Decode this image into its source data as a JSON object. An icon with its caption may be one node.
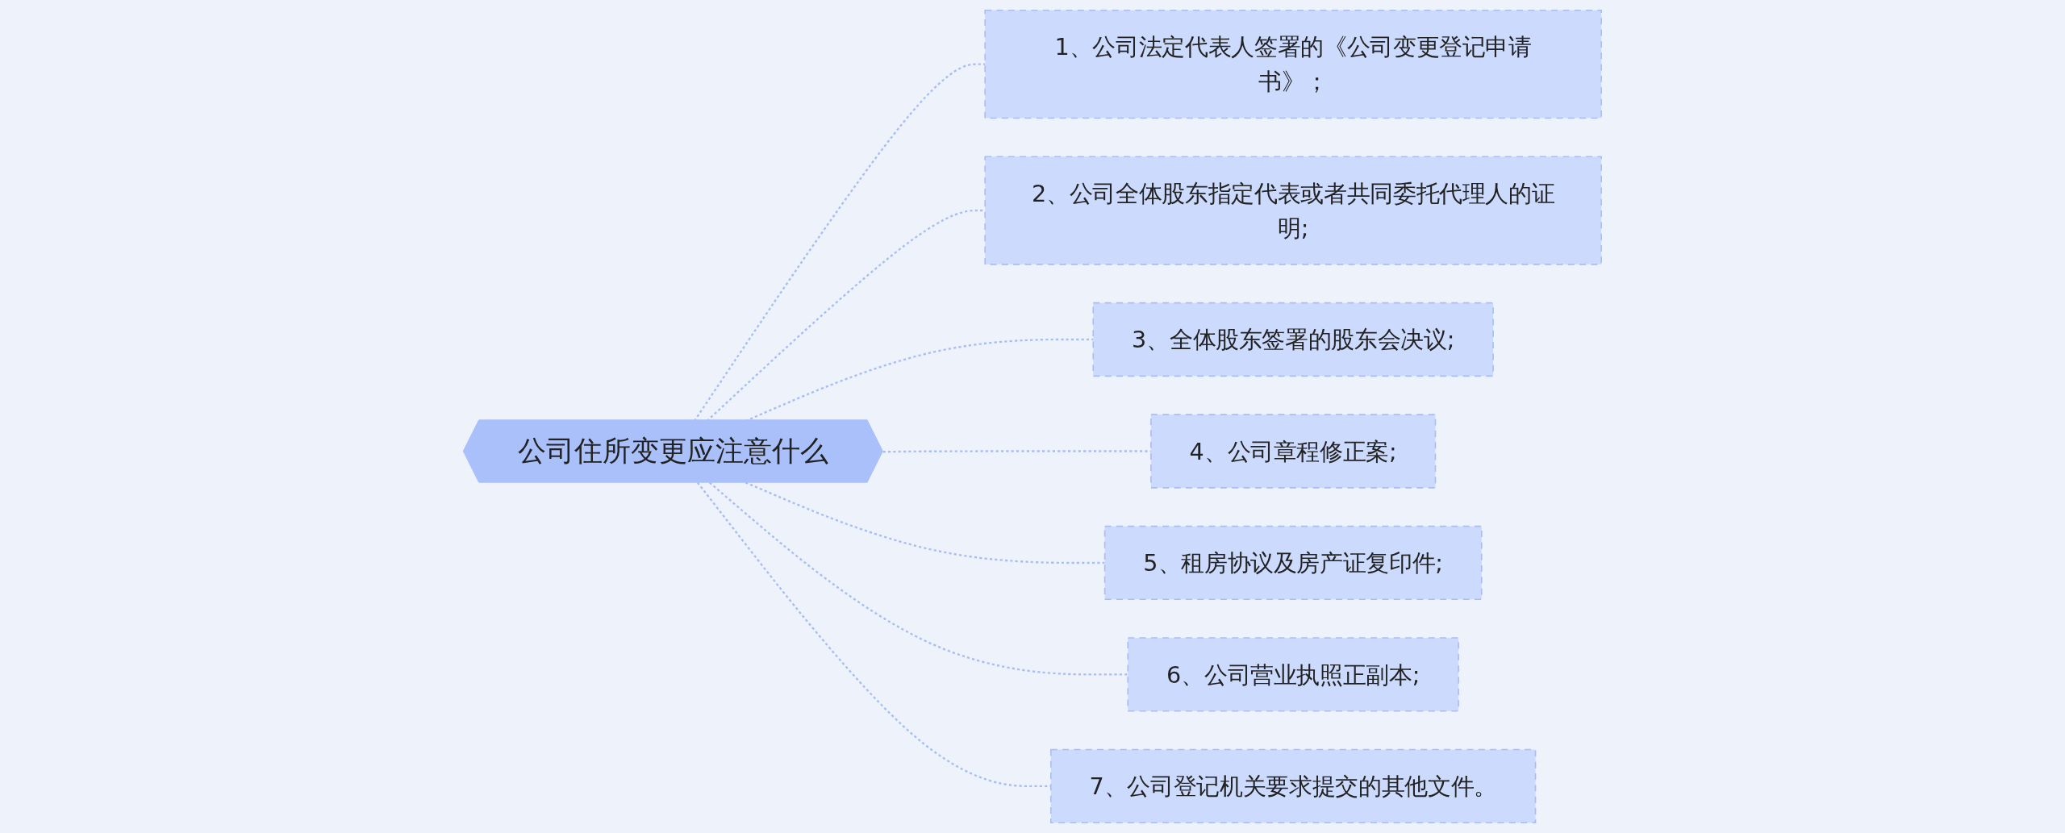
{
  "diagram": {
    "nodes": [
      {
        "text": [
          "公司住所变更应注意什么"
        ]
      },
      {
        "text": [
          "1、公司法定代表人签署的《公司变更登记申请书》；"
        ]
      },
      {
        "text": [
          "2、公司全体股东指定代表或者共同委托代理人的证明;"
        ]
      },
      {
        "text": [
          "3、全体股东签署的股东会决议;"
        ]
      },
      {
        "text": [
          "4、公司章程修正案;"
        ]
      },
      {
        "text": [
          "5、租房协议及房产证复印件;"
        ]
      },
      {
        "text": [
          "6、公司营业执照正副本;"
        ]
      },
      {
        "text": [
          "7、公司登记机关要求提交的其他文件。"
        ]
      }
    ],
    "edges": [
      {
        "from": 0,
        "to": 1,
        "arrow": "none",
        "style": "dashed"
      },
      {
        "from": 0,
        "to": 2,
        "arrow": "none",
        "style": "dashed"
      },
      {
        "from": 0,
        "to": 3,
        "arrow": "none",
        "style": "dashed"
      },
      {
        "from": 0,
        "to": 4,
        "arrow": "none",
        "style": "dashed"
      },
      {
        "from": 0,
        "to": 5,
        "arrow": "none",
        "style": "dashed"
      },
      {
        "from": 0,
        "to": 6,
        "arrow": "none",
        "style": "dashed"
      },
      {
        "from": 0,
        "to": 7,
        "arrow": "none",
        "style": "dashed"
      }
    ]
  }
}
